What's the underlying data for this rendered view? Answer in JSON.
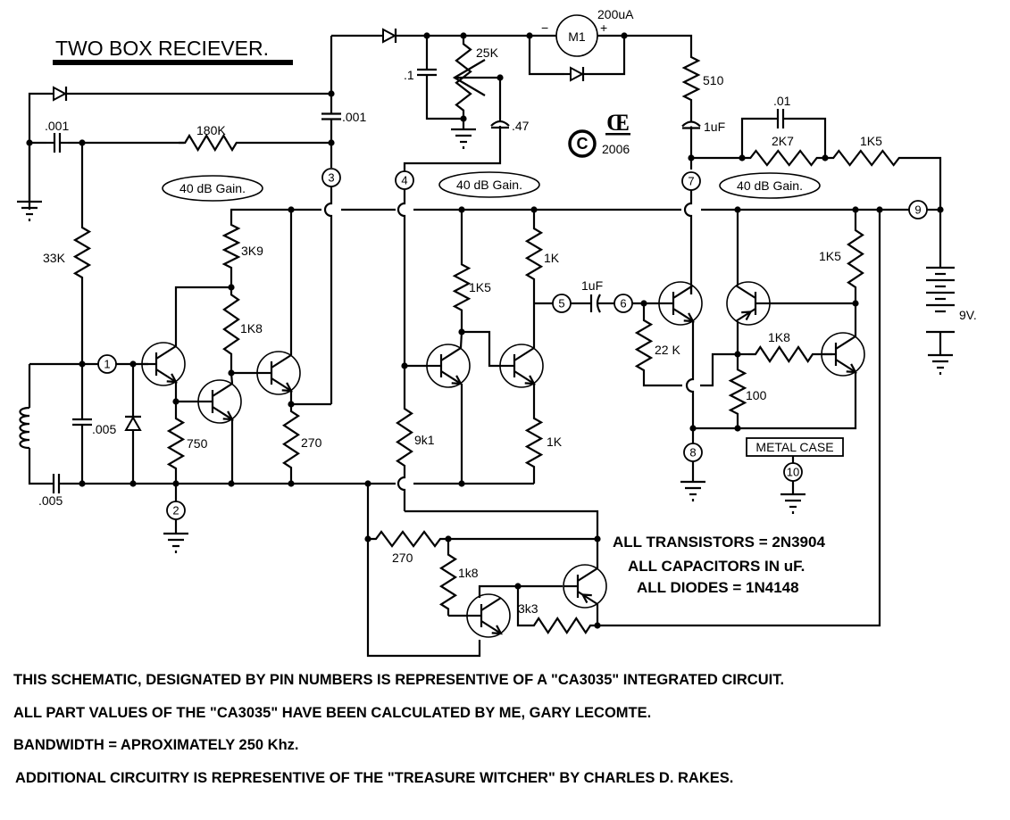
{
  "title": "TWO BOX RECIEVER.",
  "copyright": {
    "symbol": "C",
    "mark": "Œ",
    "year": "2006"
  },
  "gain_labels": [
    "40 dB Gain.",
    "40 dB Gain.",
    "40 dB Gain."
  ],
  "pins": [
    "1",
    "2",
    "3",
    "4",
    "5",
    "6",
    "7",
    "8",
    "9",
    "10"
  ],
  "components": {
    "capacitors": {
      "c_input": ".001",
      "c_pin3": ".001",
      "c_detector": ".1",
      "c_wiper": ".47",
      "c_tank": ".005",
      "c_bottom": ".005",
      "c_feedback": ".01",
      "c_coupling_56": "1uF",
      "c_meter": "1uF"
    },
    "resistors": {
      "r_bias": "180K",
      "r_33k": "33K",
      "r_3k9": "3K9",
      "r_1k8_a": "1K8",
      "r_750": "750",
      "r_270_a": "270",
      "r_9k1": "9k1",
      "r_1k5_a": "1K5",
      "r_1k_top": "1K",
      "r_1k_bot": "1K",
      "r_22k": "22 K",
      "r_510": "510",
      "r_2k7": "2K7",
      "r_1k5_b": "1K5",
      "r_1k5_c": "1K5",
      "r_1k8_b": "1K8",
      "r_100": "100",
      "r_270_b": "270",
      "r_1k8_c": "1k8",
      "r_3k3": "3k3"
    },
    "pot": "25K",
    "meter": {
      "name": "M1",
      "rating": "200uA",
      "minus": "−",
      "plus": "+"
    },
    "battery": "9V.",
    "metal_case": "METAL CASE"
  },
  "specs": [
    "ALL TRANSISTORS = 2N3904",
    "ALL CAPACITORS IN uF.",
    "ALL DIODES = 1N4148"
  ],
  "notes": [
    "THIS SCHEMATIC, DESIGNATED BY PIN NUMBERS IS REPRESENTIVE OF A \"CA3035\"  INTEGRATED CIRCUIT.",
    "ALL PART VALUES  OF THE  \"CA3035\"  HAVE BEEN CALCULATED BY ME, GARY LECOMTE.",
    "BANDWIDTH = APROXIMATELY 250 Khz.",
    "ADDITIONAL CIRCUITRY IS REPRESENTIVE OF THE \"TREASURE WITCHER\"  BY CHARLES D. RAKES."
  ]
}
